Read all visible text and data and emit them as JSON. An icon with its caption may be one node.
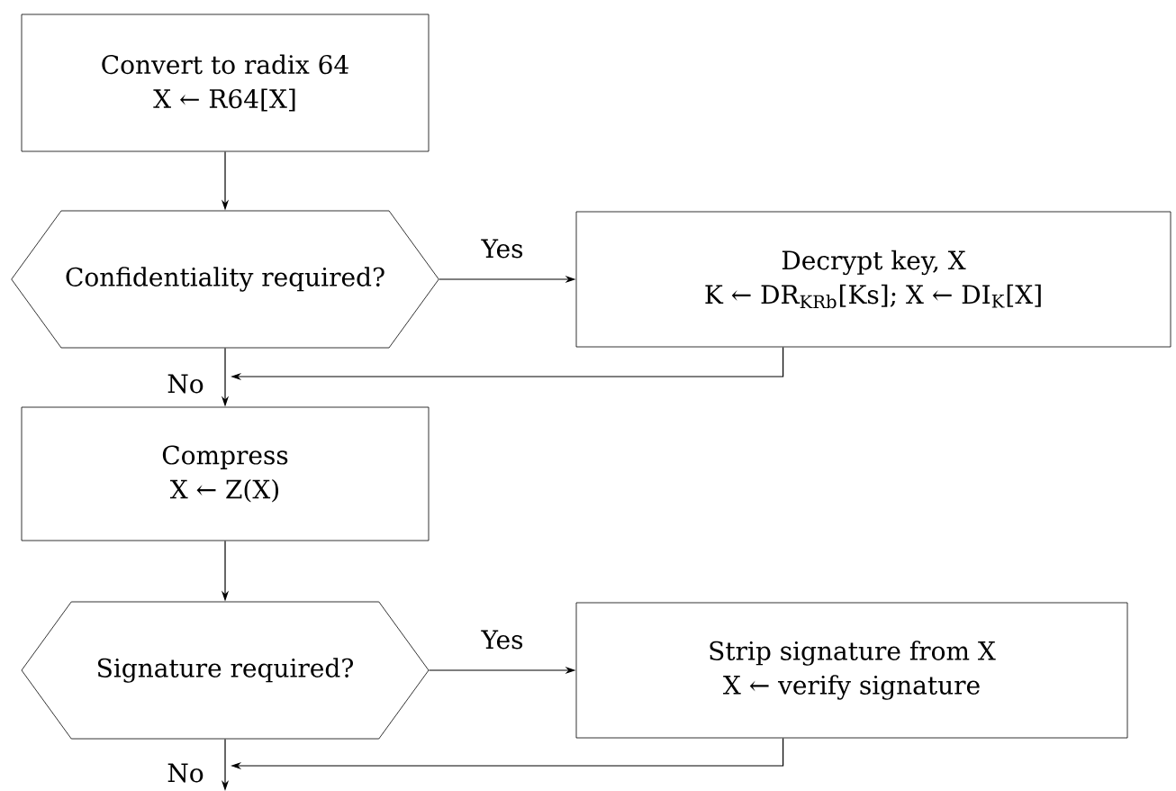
{
  "diagram": {
    "nodes": [
      {
        "text": [
          "Convert to radix 64",
          "X ← R64[X]"
        ]
      },
      {
        "text": [
          "Confidentiality required?"
        ]
      },
      {
        "text": [
          "Decrypt key, X",
          "K ← DR$_{KRb}$[Ks]; X ← DI$_{K}$[X]"
        ]
      },
      {
        "text": [
          "Compress",
          "X ← Z(X)"
        ]
      },
      {
        "text": [
          "Signature required?"
        ]
      },
      {
        "text": [
          "Strip signature from X",
          "X ← verify signature"
        ]
      }
    ],
    "edges": [
      {
        "from": 0,
        "to": 1,
        "arrow": "to"
      },
      {
        "from": 1,
        "to": 2,
        "arrow": "to",
        "label": "Yes"
      },
      {
        "from": 1,
        "to": 3,
        "arrow": "to",
        "label": "No"
      },
      {
        "from": 2,
        "to": 3,
        "arrow": "to"
      },
      {
        "from": 3,
        "to": 4,
        "arrow": "to"
      },
      {
        "from": 4,
        "to": 5,
        "arrow": "to",
        "label": "Yes"
      },
      {
        "from": 4,
        "to": null,
        "arrow": "to",
        "label": "No"
      },
      {
        "from": 5,
        "to": null,
        "arrow": "to"
      }
    ]
  }
}
